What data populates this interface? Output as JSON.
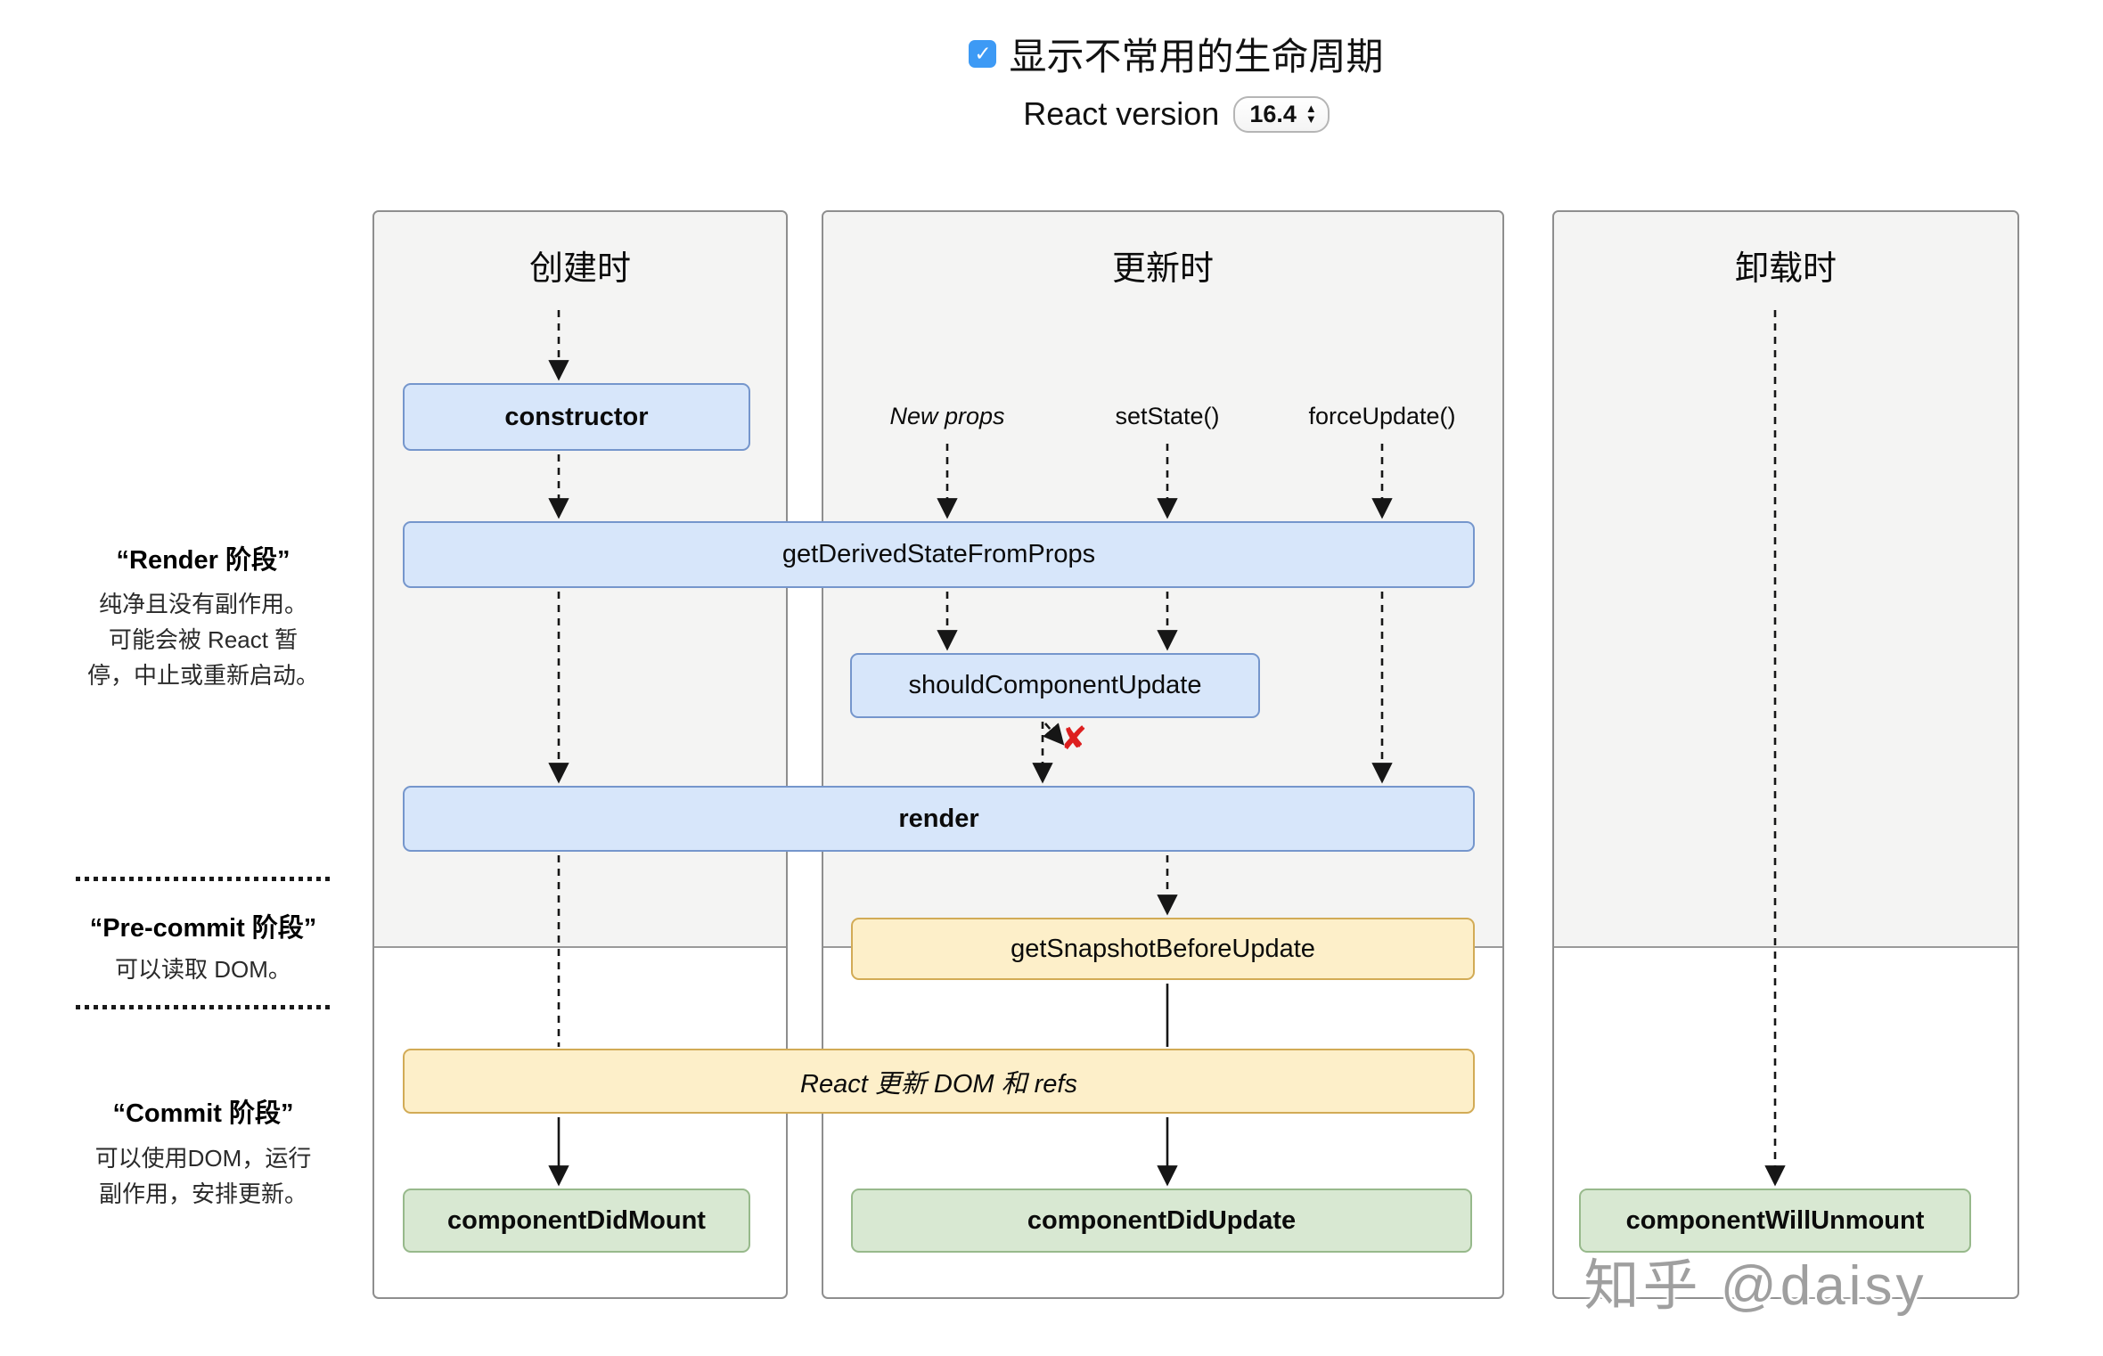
{
  "header": {
    "checkbox_checked": true,
    "checkbox_glyph": "✓",
    "toggle_label": "显示不常用的生命周期",
    "version_label": "React version",
    "version_value": "16.4",
    "select_up_glyph": "▲",
    "select_down_glyph": "▼"
  },
  "sidebar": {
    "render_phase": {
      "title": "“Render 阶段”",
      "lines": [
        "纯净且没有副作用。",
        "可能会被 React 暂",
        "停，中止或重新启动。"
      ]
    },
    "precommit_phase": {
      "title": "“Pre-commit 阶段”",
      "lines": [
        "可以读取 DOM。"
      ]
    },
    "commit_phase": {
      "title": "“Commit 阶段”",
      "lines": [
        "可以使用DOM，运行",
        "副作用，安排更新。"
      ]
    }
  },
  "columns": {
    "mount": {
      "title": "创建时"
    },
    "update": {
      "title": "更新时",
      "triggers": {
        "new_props": "New props",
        "set_state": "setState()",
        "force_update": "forceUpdate()"
      }
    },
    "unmount": {
      "title": "卸载时"
    }
  },
  "methods": {
    "constructor": "constructor",
    "get_derived_state_from_props": "getDerivedStateFromProps",
    "should_component_update": "shouldComponentUpdate",
    "render": "render",
    "get_snapshot_before_update": "getSnapshotBeforeUpdate",
    "react_updates_dom": "React 更新 DOM 和 refs",
    "component_did_mount": "componentDidMount",
    "component_did_update": "componentDidUpdate",
    "component_will_unmount": "componentWillUnmount"
  },
  "stop_mark": "✘",
  "watermark": "知乎 @daisy",
  "colors": {
    "blue_fill": "#d7e6fa",
    "blue_border": "#7596cc",
    "yellow_fill": "#fdefc9",
    "yellow_border": "#d2ab56",
    "green_fill": "#d8e8d2",
    "green_border": "#97b98b",
    "panel_bg": "#f4f4f3",
    "panel_border": "#8e8e8e",
    "checkbox_blue": "#3d9af5",
    "stop_red": "#dd1f1f"
  }
}
